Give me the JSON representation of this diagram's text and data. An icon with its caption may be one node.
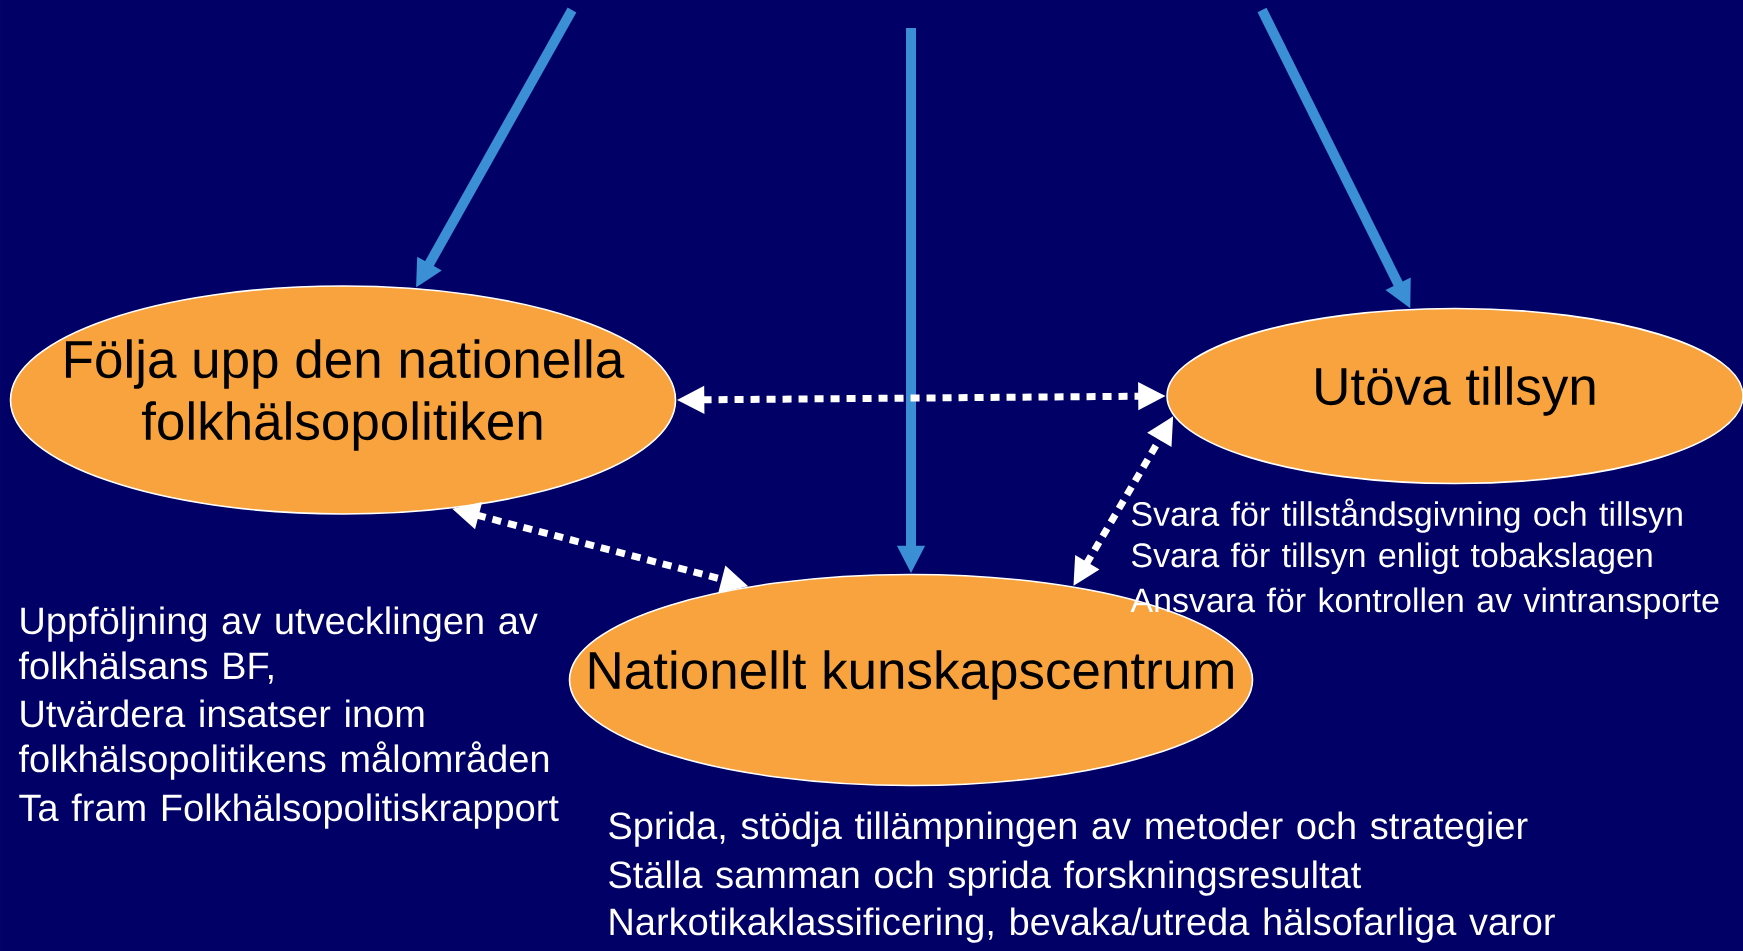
{
  "diagram": {
    "nodes": [
      {
        "text": [
          "Följa upp den nationella folkhälsopolitiken"
        ],
        "beside": [
          "Uppföljning av utvecklingen av folkhälsans BF,",
          "Utvärdera insatser inom folkhälsopolitikens målområden",
          "Ta fram Folkhälsopolitiskrapport"
        ]
      },
      {
        "text": [
          "Utöva tillsyn"
        ],
        "beside": [
          "Svara för tillståndsgivning och tillsyn",
          "Svara för tillsyn enligt tobakslagen",
          "Ansvara för kontrollen av vintransporte"
        ]
      },
      {
        "text": [
          "Nationellt kunskapscentrum"
        ],
        "beside": [
          "Sprida, stödja tillämpningen av metoder och strategier",
          "Ställa samman och sprida forskningsresultat",
          "Narkotikaklassificering, bevaka/utreda hälsofarliga varor"
        ]
      }
    ],
    "edges": [
      {
        "from": null,
        "to": 0,
        "arrow": "to",
        "color": "#3b8fd5"
      },
      {
        "from": null,
        "to": 2,
        "arrow": "to",
        "color": "#3b8fd5"
      },
      {
        "from": null,
        "to": 1,
        "arrow": "to",
        "color": "#3b8fd5"
      },
      {
        "from": 0,
        "to": 1,
        "arrow": "both",
        "style": "dashed",
        "color": "#ffffff"
      },
      {
        "from": 0,
        "to": 2,
        "arrow": "both",
        "style": "dashed",
        "color": "#ffffff"
      },
      {
        "from": 2,
        "to": 1,
        "arrow": "both",
        "style": "dashed",
        "color": "#ffffff"
      }
    ]
  }
}
